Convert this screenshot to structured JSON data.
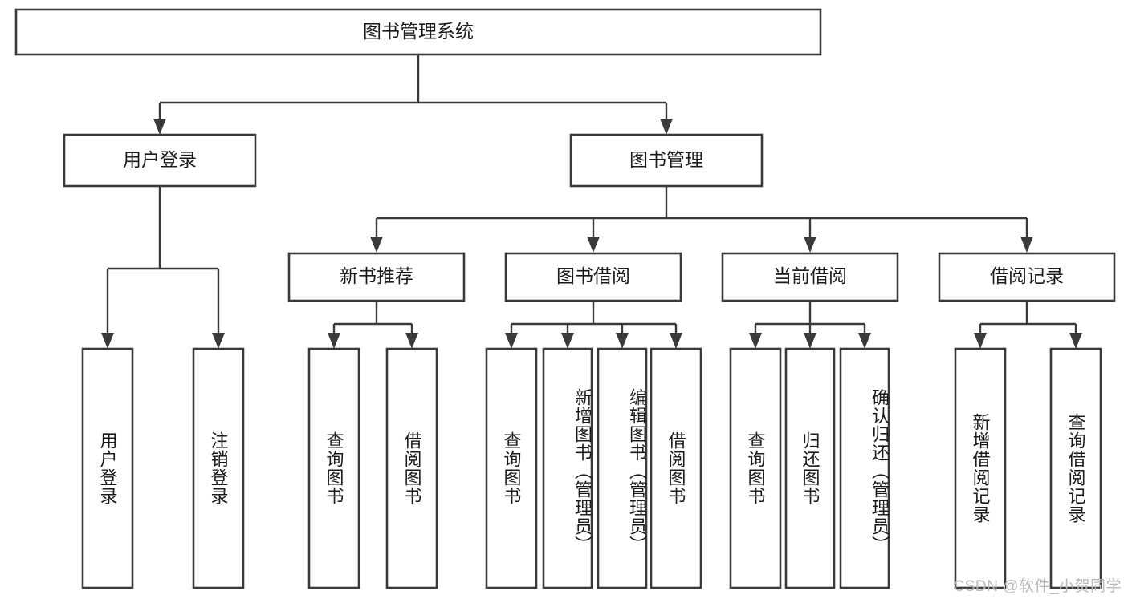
{
  "diagram": {
    "title": "图书管理系统",
    "type": "tree-hierarchy",
    "colors": {
      "stroke": "#3a3a3a",
      "fill": "#ffffff",
      "text": "#1b1b1b",
      "watermark": "#b9b9b9",
      "background": "#ffffff"
    },
    "root": {
      "label": "图书管理系统"
    },
    "level2": [
      {
        "label": "用户登录"
      },
      {
        "label": "图书管理"
      }
    ],
    "level3": [
      {
        "label": "新书推荐"
      },
      {
        "label": "图书借阅"
      },
      {
        "label": "当前借阅"
      },
      {
        "label": "借阅记录"
      }
    ],
    "leaves": {
      "user_login": [
        {
          "label": "用户登录"
        },
        {
          "label": "注销登录"
        }
      ],
      "new_book_recommend": [
        {
          "label": "查询图书"
        },
        {
          "label": "借阅图书"
        }
      ],
      "book_borrow": [
        {
          "label": "查询图书"
        },
        {
          "label": "新增图书（管理员）"
        },
        {
          "label": "编辑图书（管理员）"
        },
        {
          "label": "借阅图书"
        }
      ],
      "current_borrow": [
        {
          "label": "查询图书"
        },
        {
          "label": "归还图书"
        },
        {
          "label": "确认归还（管理员）"
        }
      ],
      "borrow_record": [
        {
          "label": "新增借阅记录"
        },
        {
          "label": "查询借阅记录"
        }
      ]
    }
  },
  "watermark": {
    "text": "CSDN @软件_小贺同学"
  }
}
